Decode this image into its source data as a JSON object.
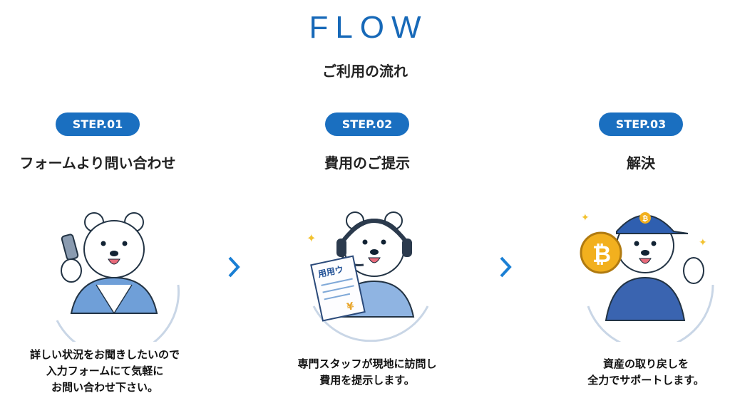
{
  "header": {
    "title": "FLOW",
    "subtitle": "ご利用の流れ"
  },
  "steps": [
    {
      "badge": "STEP.01",
      "title": "フォームより問い合わせ",
      "description_lines": [
        "詳しい状況をお聞きしたいので",
        "入力フォームにて気軽に",
        "お問い合わせ下さい。"
      ],
      "illustration": "bear-on-phone"
    },
    {
      "badge": "STEP.02",
      "title": "費用のご提示",
      "description_lines": [
        "専門スタッフが現地に訪問し",
        "費用を提示します。"
      ],
      "illustration": "bear-headset-document",
      "document_text": "用用ウ",
      "document_symbol": "¥"
    },
    {
      "badge": "STEP.03",
      "title": "解決",
      "description_lines": [
        "資産の取り戻しを",
        "全力でサポートします。"
      ],
      "illustration": "bear-bitcoin-thumbsup",
      "coin_symbol": "₿"
    }
  ],
  "colors": {
    "accent": "#1a6fc0",
    "title": "#1769b8",
    "coin": "#f2b01e"
  }
}
